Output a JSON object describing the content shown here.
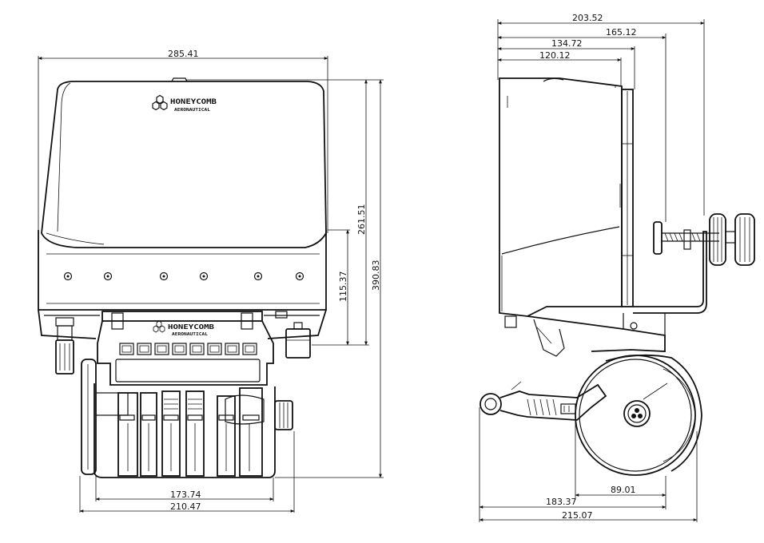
{
  "brand": {
    "name": "HONEYCOMB",
    "subtitle": "AERONAUTICAL"
  },
  "front_view": {
    "dims": {
      "total_width": "285.41",
      "bottom_outer_width": "210.47",
      "bottom_inner_width": "173.74",
      "height_mid": "115.37",
      "height_upper": "261.51",
      "height_total": "390.83"
    }
  },
  "side_view": {
    "dims": {
      "depth_total": "203.52",
      "depth_clamp": "165.12",
      "depth_plate": "134.72",
      "depth_body": "120.12",
      "bottom_wheel": "89.01",
      "bottom_mid": "183.37",
      "bottom_total": "215.07"
    }
  }
}
